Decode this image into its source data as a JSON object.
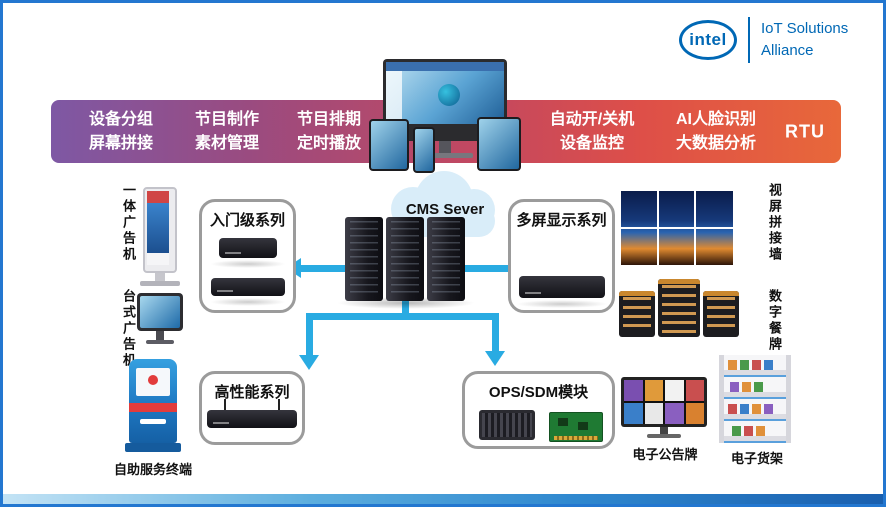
{
  "logo": {
    "brand": "intel",
    "alliance_line1": "IoT Solutions",
    "alliance_line2": "Alliance"
  },
  "banner": {
    "items": [
      {
        "line1": "设备分组",
        "line2": "屏幕拼接"
      },
      {
        "line1": "节目制作",
        "line2": "素材管理"
      },
      {
        "line1": "节目排期",
        "line2": "定时播放"
      },
      {
        "line1": "自动开/关机",
        "line2": "设备监控"
      },
      {
        "line1": "AI人脸识别",
        "line2": "大数据分析"
      },
      {
        "line1": "RTU",
        "line2": ""
      }
    ]
  },
  "center": {
    "server_label": "CMS Sever"
  },
  "boxes": {
    "entry_label": "入门级系列",
    "multi_label": "多屏显示系列",
    "high_label": "高性能系列",
    "ops_label": "OPS/SDM模块"
  },
  "left": {
    "kiosk_label": "一体广告机",
    "desktop_label": "台式广告机",
    "terminal_label": "自助服务终端"
  },
  "right": {
    "videowall_label": "视屏拼接墙",
    "menu_label": "数字餐牌",
    "bulletin_label": "电子公告牌",
    "shelf_label": "电子货架"
  },
  "colors": {
    "arrow": "#29abe2",
    "intel_blue": "#0068b5",
    "frame_border": "#2377d0",
    "banner_gradient_start": "#7e58a4",
    "banner_gradient_end": "#e8683a"
  }
}
